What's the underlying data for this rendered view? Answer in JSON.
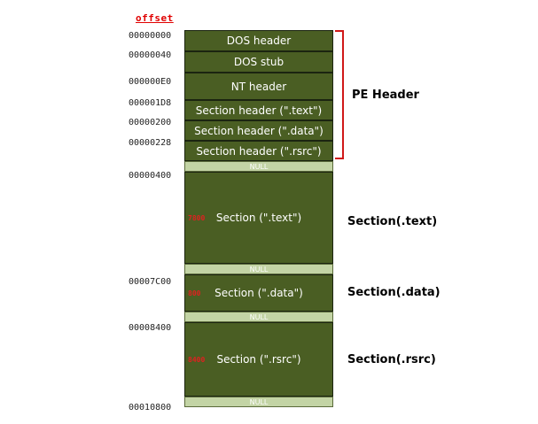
{
  "header": {
    "offset_title": "offset"
  },
  "offsets": [
    {
      "id": "o0",
      "value": "00000000"
    },
    {
      "id": "o1",
      "value": "00000040"
    },
    {
      "id": "o2",
      "value": "000000E0"
    },
    {
      "id": "o3",
      "value": "000001D8"
    },
    {
      "id": "o4",
      "value": "00000200"
    },
    {
      "id": "o5",
      "value": "00000228"
    },
    {
      "id": "o6",
      "value": "00000400"
    },
    {
      "id": "o7",
      "value": "00007C00"
    },
    {
      "id": "o8",
      "value": "00008400"
    },
    {
      "id": "o9",
      "value": "00010800"
    }
  ],
  "blocks": {
    "dos_header": "DOS header",
    "dos_stub": "DOS stub",
    "nt_header": "NT header",
    "sh_text": "Section header (\".text\")",
    "sh_data": "Section header (\".data\")",
    "sh_rsrc": "Section header (\".rsrc\")",
    "sec_text": "Section (\".text\")",
    "sec_data": "Section (\".data\")",
    "sec_rsrc": "Section (\".rsrc\")",
    "null_label": "NULL"
  },
  "sizes": {
    "text": "7800",
    "data": "800",
    "rsrc": "8400"
  },
  "labels": {
    "pe_header": "PE Header",
    "section_text": "Section(.text)",
    "section_data": "Section(.data)",
    "section_rsrc": "Section(.rsrc)"
  },
  "colors": {
    "block": "#4a5e23",
    "null_block": "#c3d4a5",
    "bracket": "#d01818",
    "size_text": "#e02020"
  }
}
